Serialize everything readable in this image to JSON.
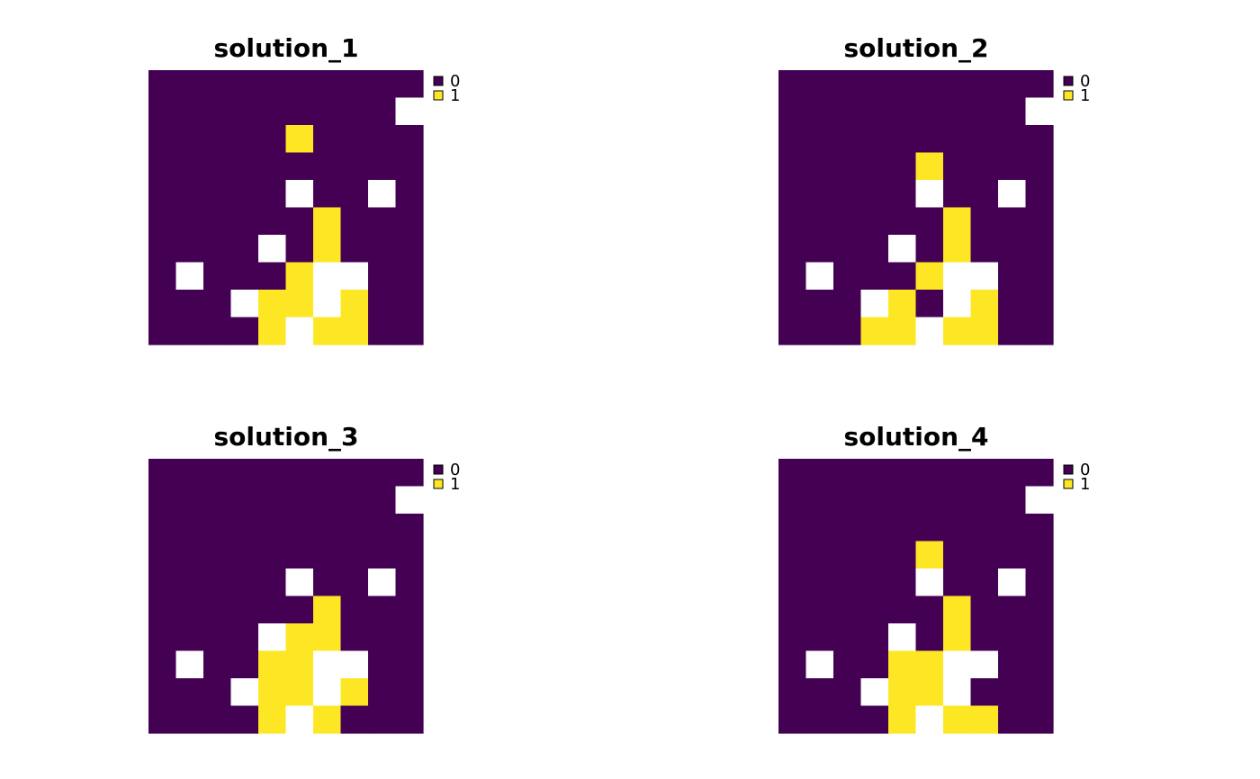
{
  "colors": {
    "value_0": "#440154",
    "value_1": "#fde725",
    "missing": "#ffffff",
    "background": "#ffffff"
  },
  "chart_data": [
    {
      "type": "heatmap",
      "title": "solution_1",
      "legend": {
        "placement": "top-right",
        "entries": [
          "0",
          "1"
        ]
      },
      "grid": false,
      "nrow": 10,
      "ncol": 10,
      "values": [
        [
          0,
          0,
          0,
          0,
          0,
          0,
          0,
          0,
          0,
          0
        ],
        [
          0,
          0,
          0,
          0,
          0,
          0,
          0,
          0,
          0,
          null
        ],
        [
          0,
          0,
          0,
          0,
          0,
          1,
          0,
          0,
          0,
          0
        ],
        [
          0,
          0,
          0,
          0,
          0,
          0,
          0,
          0,
          0,
          0
        ],
        [
          0,
          0,
          0,
          0,
          0,
          null,
          0,
          0,
          null,
          0
        ],
        [
          0,
          0,
          0,
          0,
          0,
          0,
          1,
          0,
          0,
          0
        ],
        [
          0,
          0,
          0,
          0,
          null,
          0,
          1,
          0,
          0,
          0
        ],
        [
          0,
          null,
          0,
          0,
          0,
          1,
          null,
          null,
          0,
          0
        ],
        [
          0,
          0,
          0,
          null,
          1,
          1,
          null,
          1,
          0,
          0
        ],
        [
          0,
          0,
          0,
          0,
          1,
          null,
          1,
          1,
          0,
          0
        ]
      ]
    },
    {
      "type": "heatmap",
      "title": "solution_2",
      "legend": {
        "placement": "top-right",
        "entries": [
          "0",
          "1"
        ]
      },
      "grid": false,
      "nrow": 10,
      "ncol": 10,
      "values": [
        [
          0,
          0,
          0,
          0,
          0,
          0,
          0,
          0,
          0,
          0
        ],
        [
          0,
          0,
          0,
          0,
          0,
          0,
          0,
          0,
          0,
          null
        ],
        [
          0,
          0,
          0,
          0,
          0,
          0,
          0,
          0,
          0,
          0
        ],
        [
          0,
          0,
          0,
          0,
          0,
          1,
          0,
          0,
          0,
          0
        ],
        [
          0,
          0,
          0,
          0,
          0,
          null,
          0,
          0,
          null,
          0
        ],
        [
          0,
          0,
          0,
          0,
          0,
          0,
          1,
          0,
          0,
          0
        ],
        [
          0,
          0,
          0,
          0,
          null,
          0,
          1,
          0,
          0,
          0
        ],
        [
          0,
          null,
          0,
          0,
          0,
          1,
          null,
          null,
          0,
          0
        ],
        [
          0,
          0,
          0,
          null,
          1,
          0,
          null,
          1,
          0,
          0
        ],
        [
          0,
          0,
          0,
          1,
          1,
          null,
          1,
          1,
          0,
          0
        ]
      ]
    },
    {
      "type": "heatmap",
      "title": "solution_3",
      "legend": {
        "placement": "top-right",
        "entries": [
          "0",
          "1"
        ]
      },
      "grid": false,
      "nrow": 10,
      "ncol": 10,
      "values": [
        [
          0,
          0,
          0,
          0,
          0,
          0,
          0,
          0,
          0,
          0
        ],
        [
          0,
          0,
          0,
          0,
          0,
          0,
          0,
          0,
          0,
          null
        ],
        [
          0,
          0,
          0,
          0,
          0,
          0,
          0,
          0,
          0,
          0
        ],
        [
          0,
          0,
          0,
          0,
          0,
          0,
          0,
          0,
          0,
          0
        ],
        [
          0,
          0,
          0,
          0,
          0,
          null,
          0,
          0,
          null,
          0
        ],
        [
          0,
          0,
          0,
          0,
          0,
          0,
          1,
          0,
          0,
          0
        ],
        [
          0,
          0,
          0,
          0,
          null,
          1,
          1,
          0,
          0,
          0
        ],
        [
          0,
          null,
          0,
          0,
          1,
          1,
          null,
          null,
          0,
          0
        ],
        [
          0,
          0,
          0,
          null,
          1,
          1,
          null,
          1,
          0,
          0
        ],
        [
          0,
          0,
          0,
          0,
          1,
          null,
          1,
          0,
          0,
          0
        ]
      ]
    },
    {
      "type": "heatmap",
      "title": "solution_4",
      "legend": {
        "placement": "top-right",
        "entries": [
          "0",
          "1"
        ]
      },
      "grid": false,
      "nrow": 10,
      "ncol": 10,
      "values": [
        [
          0,
          0,
          0,
          0,
          0,
          0,
          0,
          0,
          0,
          0
        ],
        [
          0,
          0,
          0,
          0,
          0,
          0,
          0,
          0,
          0,
          null
        ],
        [
          0,
          0,
          0,
          0,
          0,
          0,
          0,
          0,
          0,
          0
        ],
        [
          0,
          0,
          0,
          0,
          0,
          1,
          0,
          0,
          0,
          0
        ],
        [
          0,
          0,
          0,
          0,
          0,
          null,
          0,
          0,
          null,
          0
        ],
        [
          0,
          0,
          0,
          0,
          0,
          0,
          1,
          0,
          0,
          0
        ],
        [
          0,
          0,
          0,
          0,
          null,
          0,
          1,
          0,
          0,
          0
        ],
        [
          0,
          null,
          0,
          0,
          1,
          1,
          null,
          null,
          0,
          0
        ],
        [
          0,
          0,
          0,
          null,
          1,
          1,
          null,
          0,
          0,
          0
        ],
        [
          0,
          0,
          0,
          0,
          1,
          null,
          1,
          1,
          0,
          0
        ]
      ]
    }
  ]
}
